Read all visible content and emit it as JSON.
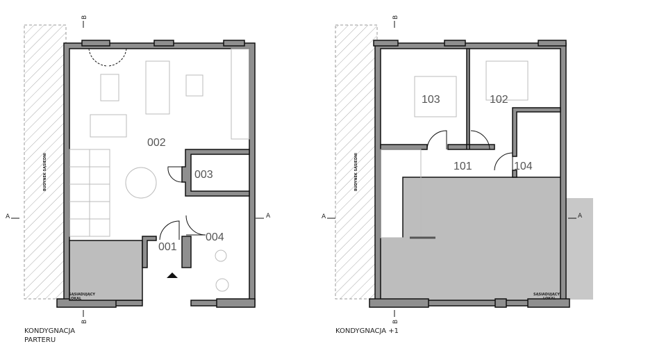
{
  "plans": [
    {
      "title_line1": "KONDYGNACJA",
      "title_line2": "PARTERU",
      "neighbor_building": "BUDYNEK SĄSIEDNI",
      "adjacent_unit_line1": "SĄSIADUJĄCY",
      "adjacent_unit_line2": "LOKAL",
      "rooms": [
        "001",
        "002",
        "003",
        "004"
      ],
      "section_a": "A",
      "section_b": "B"
    },
    {
      "title": "KONDYGNACJA +1",
      "neighbor_building": "BUDYNEK SĄSIEDNI",
      "adjacent_unit_line1": "SĄSIADUJĄCY",
      "adjacent_unit_line2": "LOKAL",
      "rooms": [
        "101",
        "102",
        "103",
        "104"
      ],
      "section_a": "A",
      "section_b": "B"
    }
  ]
}
